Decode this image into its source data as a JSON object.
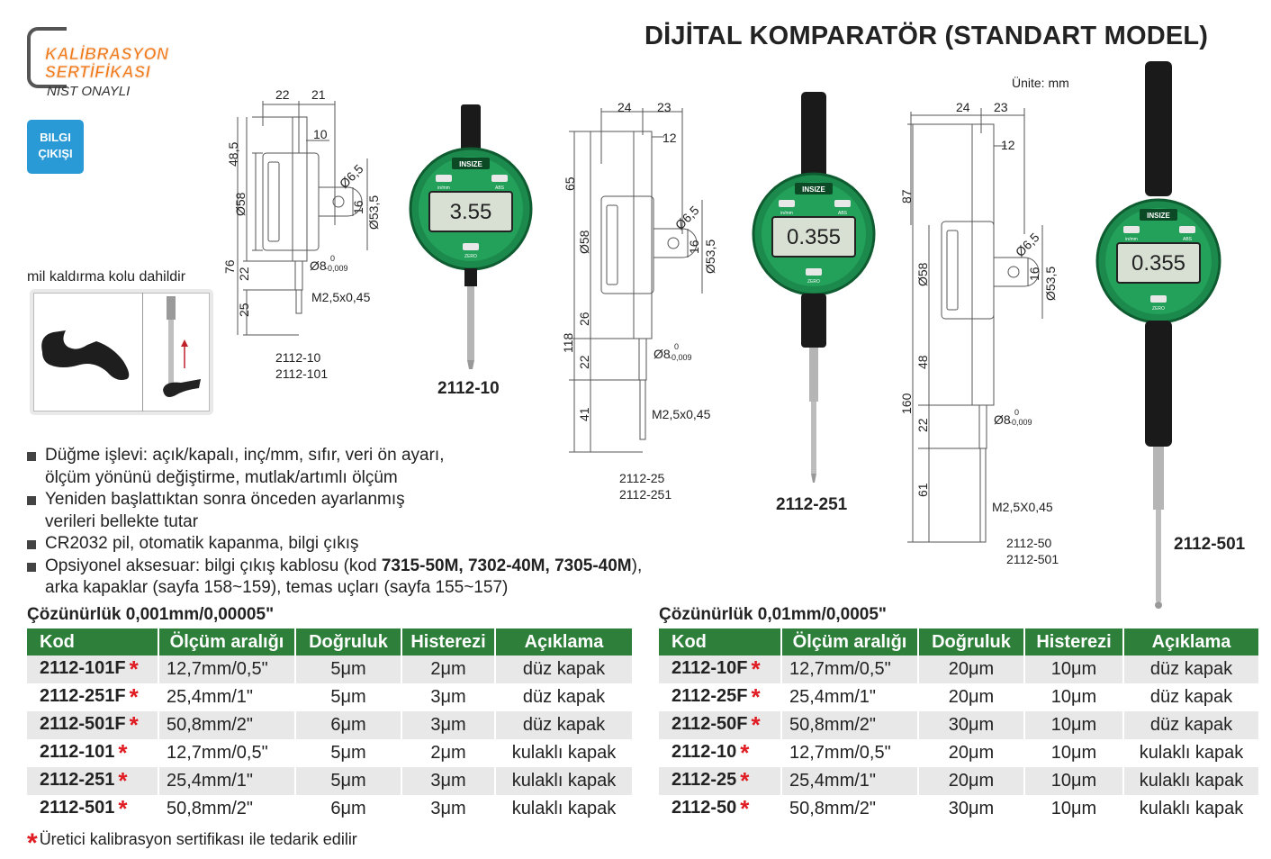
{
  "header": {
    "logo": {
      "line1": "KALİBRASYON",
      "line2": "SERTİFİKASI",
      "line3": "NIST ONAYLI"
    },
    "badge": {
      "line1": "BILGI",
      "line2": "ÇIKIŞI"
    },
    "title": "DİJİTAL KOMPARATÖR (STANDART MODEL)",
    "unit": "Ünite: mm"
  },
  "lever": {
    "label": "mil kaldırma kolu dahildir"
  },
  "drawings": [
    {
      "models": [
        "2112-10",
        "2112-101"
      ],
      "dims": {
        "w1": "22",
        "w2": "21",
        "h1": "48,5",
        "h2": "76",
        "h3": "22",
        "h4": "25",
        "top": "10",
        "d_face": "Ø58",
        "d_hole": "Ø6,5",
        "lug": "16",
        "d_body": "Ø53,5",
        "stem": "Ø8",
        "thread": "M2,5x0,45"
      }
    },
    {
      "models": [
        "2112-25",
        "2112-251"
      ],
      "dims": {
        "w1": "24",
        "w2": "23",
        "h1": "65",
        "h2": "118",
        "h3": "26",
        "h4": "22",
        "h5": "41",
        "top": "12",
        "d_face": "Ø58",
        "d_hole": "Ø6,5",
        "lug": "16",
        "d_body": "Ø53,5",
        "stem": "Ø8",
        "thread": "M2,5x0,45"
      }
    },
    {
      "models": [
        "2112-50",
        "2112-501"
      ],
      "dims": {
        "w1": "24",
        "w2": "23",
        "h1": "87",
        "h2": "160",
        "h3": "48",
        "h4": "22",
        "h5": "61",
        "top": "12",
        "d_face": "Ø58",
        "d_hole": "Ø6,5",
        "lug": "16",
        "d_body": "Ø53,5",
        "stem": "Ø8",
        "thread": "M2,5X0,45"
      }
    }
  ],
  "tolerance": {
    "upper": "0",
    "lower": "-0,009"
  },
  "products": [
    {
      "model": "2112-10",
      "display": "3.55",
      "brand": "INSIZE",
      "btn_left": "in/mm",
      "btn_right": "ABS",
      "btn_bottom": "ZERO"
    },
    {
      "model": "2112-251",
      "display": "0.355",
      "brand": "INSIZE",
      "btn_left": "in/mm",
      "btn_right": "ABS",
      "btn_bottom": "ZERO"
    },
    {
      "model": "2112-501",
      "display": "0.355",
      "brand": "INSIZE",
      "btn_left": "in/mm",
      "btn_right": "ABS",
      "btn_bottom": "ZERO"
    }
  ],
  "features": {
    "b1_line1": "Düğme işlevi: açık/kapalı, inç/mm, sıfır, veri ön ayarı,",
    "b1_line2": "ölçüm yönünü değiştirme, mutlak/artımlı ölçüm",
    "b2_line1": "Yeniden başlattıktan sonra önceden ayarlanmış",
    "b2_line2": "verileri bellekte tutar",
    "b3": "CR2032 pil, otomatik kapanma, bilgi çıkış",
    "b4_pre": "Opsiyonel aksesuar: bilgi çıkış kablosu (kod ",
    "b4_codes": "7315-50M, 7302-40M, 7305-40M",
    "b4_post": "),",
    "b4_line2": "arka kapaklar (sayfa 158~159), temas uçları (sayfa 155~157)"
  },
  "table_headers": [
    "Kod",
    "Ölçüm aralığı",
    "Doğruluk",
    "Histerezi",
    "Açıklama"
  ],
  "table_left": {
    "title": "Çözünürlük 0,001mm/0,00005\"",
    "rows": [
      [
        "2112-101F",
        "12,7mm/0,5\"",
        "5μm",
        "2μm",
        "düz kapak"
      ],
      [
        "2112-251F",
        "25,4mm/1\"",
        "5μm",
        "3μm",
        "düz kapak"
      ],
      [
        "2112-501F",
        "50,8mm/2\"",
        "6μm",
        "3μm",
        "düz kapak"
      ],
      [
        "2112-101",
        "12,7mm/0,5\"",
        "5μm",
        "2μm",
        "kulaklı kapak"
      ],
      [
        "2112-251",
        "25,4mm/1\"",
        "5μm",
        "3μm",
        "kulaklı kapak"
      ],
      [
        "2112-501",
        "50,8mm/2\"",
        "6μm",
        "3μm",
        "kulaklı kapak"
      ]
    ]
  },
  "table_right": {
    "title": "Çözünürlük 0,01mm/0,0005\"",
    "rows": [
      [
        "2112-10F",
        "12,7mm/0,5\"",
        "20μm",
        "10μm",
        "düz kapak"
      ],
      [
        "2112-25F",
        "25,4mm/1\"",
        "20μm",
        "10μm",
        "düz kapak"
      ],
      [
        "2112-50F",
        "50,8mm/2\"",
        "30μm",
        "10μm",
        "düz kapak"
      ],
      [
        "2112-10",
        "12,7mm/0,5\"",
        "20μm",
        "10μm",
        "kulaklı kapak"
      ],
      [
        "2112-25",
        "25,4mm/1\"",
        "20μm",
        "10μm",
        "kulaklı kapak"
      ],
      [
        "2112-50",
        "50,8mm/2\"",
        "30μm",
        "10μm",
        "kulaklı kapak"
      ]
    ]
  },
  "star": "*",
  "footnote": "Üretici kalibrasyon sertifikası ile tedarik edilir",
  "colors": {
    "header_green": "#2d7f3a",
    "dial_green": "#1b8a4c",
    "accent_red": "#e01b22",
    "logo_orange": "#f07a1a",
    "badge_blue": "#2a9ad6"
  }
}
